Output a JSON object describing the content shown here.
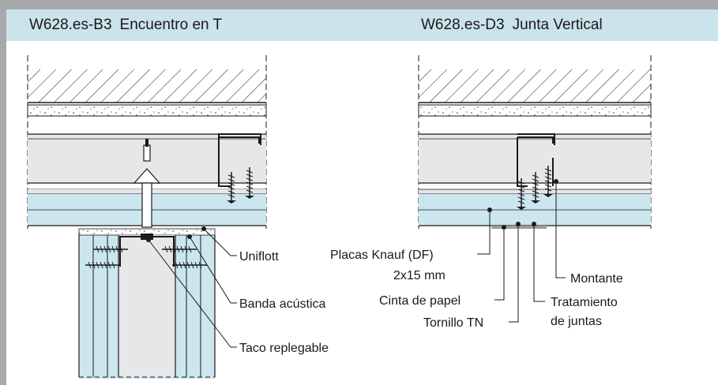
{
  "left_drawing": {
    "code": "W628.es-B3",
    "title": "Encuentro en T",
    "labels": {
      "uniflott": "Uniflott",
      "banda": "Banda acústica",
      "taco": "Taco replegable"
    }
  },
  "right_drawing": {
    "code": "W628.es-D3",
    "title": "Junta Vertical",
    "labels": {
      "placas_line1": "Placas Knauf (DF)",
      "placas_line2": "2x15 mm",
      "cinta": "Cinta de papel",
      "tornillo": "Tornillo TN",
      "montante": "Montante",
      "tratamiento_line1": "Tratamiento",
      "tratamiento_line2": "de juntas"
    }
  },
  "colors": {
    "frame": "#a7a9ac",
    "header": "#cbe3ea",
    "board_blue": "#cbe6ef",
    "profile_gray": "#e6e7e8",
    "line": "#1a1a1a"
  }
}
